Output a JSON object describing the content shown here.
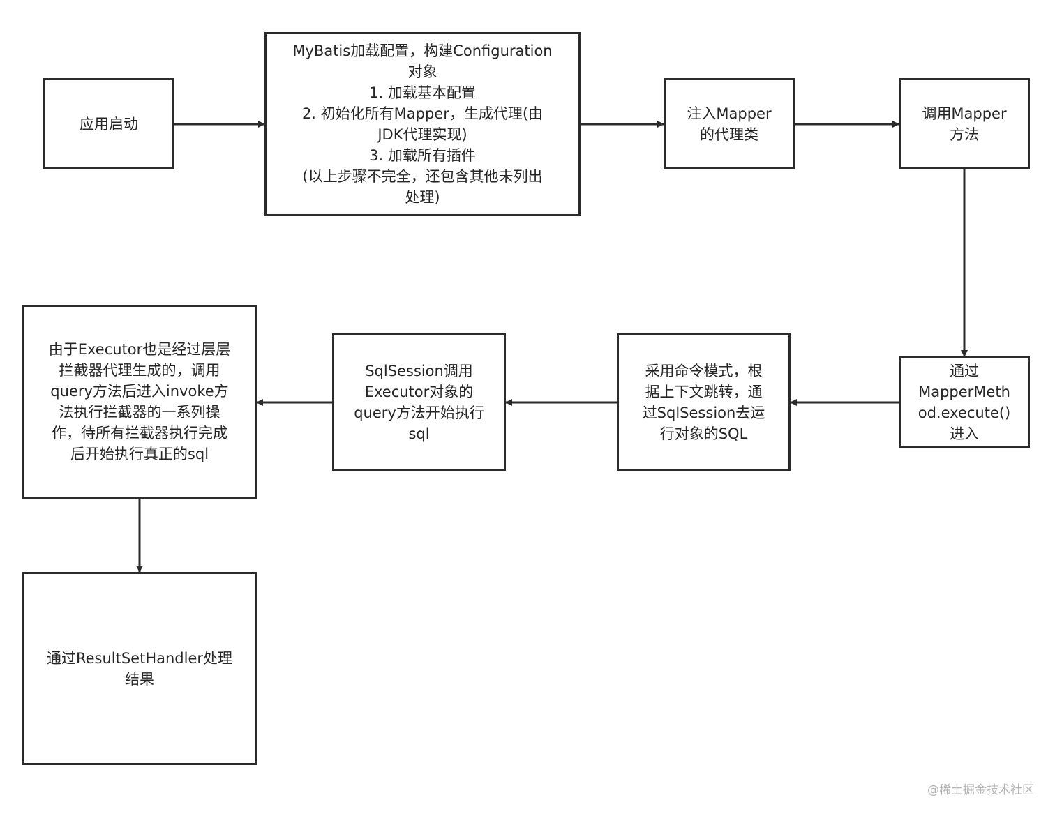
{
  "diagram": {
    "type": "flowchart",
    "nodes": [
      {
        "id": "app-start",
        "text": "应用启动"
      },
      {
        "id": "mybatis-config",
        "text": "MyBatis加载配置，构建Configuration\n对象\n1. 加载基本配置\n2. 初始化所有Mapper，生成代理(由\nJDK代理实现)\n3. 加载所有插件\n(以上步骤不完全，还包含其他未列出\n处理)"
      },
      {
        "id": "inject-mapper",
        "text": "注入Mapper\n的代理类"
      },
      {
        "id": "call-mapper",
        "text": "调用Mapper\n方法"
      },
      {
        "id": "mapper-method-execute",
        "text": "通过\nMapperMeth\nod.execute()\n进入"
      },
      {
        "id": "command-pattern",
        "text": "采用命令模式，根\n据上下文跳转，通\n过SqlSession去运\n行对象的SQL"
      },
      {
        "id": "sqlsession-executor",
        "text": "SqlSession调用\nExecutor对象的\nquery方法开始执行\nsql"
      },
      {
        "id": "executor-interceptors",
        "text": "由于Executor也是经过层层\n拦截器代理生成的，调用\nquery方法后进入invoke方\n法执行拦截器的一系列操\n作，待所有拦截器执行完成\n后开始执行真正的sql"
      },
      {
        "id": "result-handler",
        "text": "通过ResultSetHandler处理\n结果"
      }
    ],
    "edges": [
      {
        "from": "app-start",
        "to": "mybatis-config"
      },
      {
        "from": "mybatis-config",
        "to": "inject-mapper"
      },
      {
        "from": "inject-mapper",
        "to": "call-mapper"
      },
      {
        "from": "call-mapper",
        "to": "mapper-method-execute"
      },
      {
        "from": "mapper-method-execute",
        "to": "command-pattern"
      },
      {
        "from": "command-pattern",
        "to": "sqlsession-executor"
      },
      {
        "from": "sqlsession-executor",
        "to": "executor-interceptors"
      },
      {
        "from": "executor-interceptors",
        "to": "result-handler"
      }
    ]
  },
  "watermark": "@稀土掘金技术社区"
}
